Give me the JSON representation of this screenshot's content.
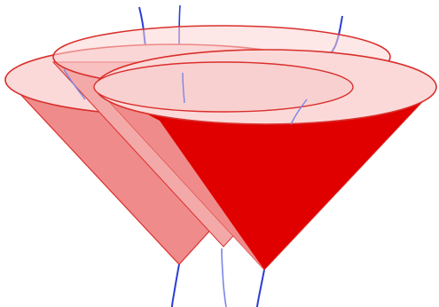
{
  "figure": {
    "description_text": "",
    "colors": {
      "background": "#ffffff",
      "cone_rim": "#d9302c",
      "cone_light": "#f08b8b",
      "cone_light_inner": "#fbd9d9",
      "cone_pale": "#f7c2c2",
      "cone_dark": "#e00000",
      "cone_mid": "#f4a9a9",
      "worldline": "#2b3fd6",
      "worldline_light": "#7b86e8"
    },
    "elements": [
      "left-light-cone",
      "center-light-cone",
      "right-light-cone",
      "worldline-left",
      "worldline-center",
      "worldline-right"
    ]
  }
}
